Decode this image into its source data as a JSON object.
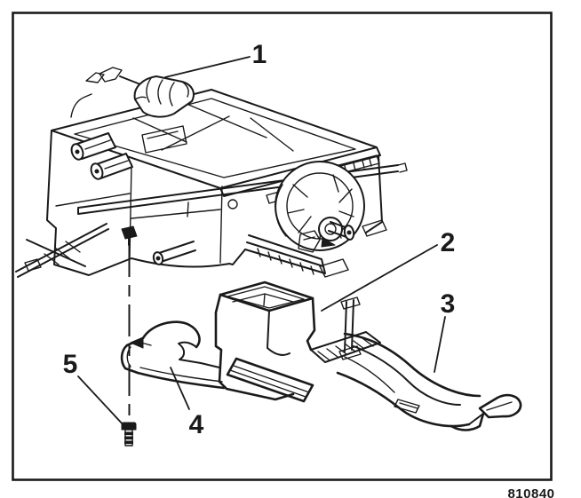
{
  "diagram": {
    "figure_number": "810840",
    "callouts": [
      {
        "label": "1"
      },
      {
        "label": "2"
      },
      {
        "label": "3"
      },
      {
        "label": "4"
      },
      {
        "label": "5"
      }
    ],
    "colors": {
      "line": "#1a1a1a",
      "background": "#ffffff"
    }
  }
}
